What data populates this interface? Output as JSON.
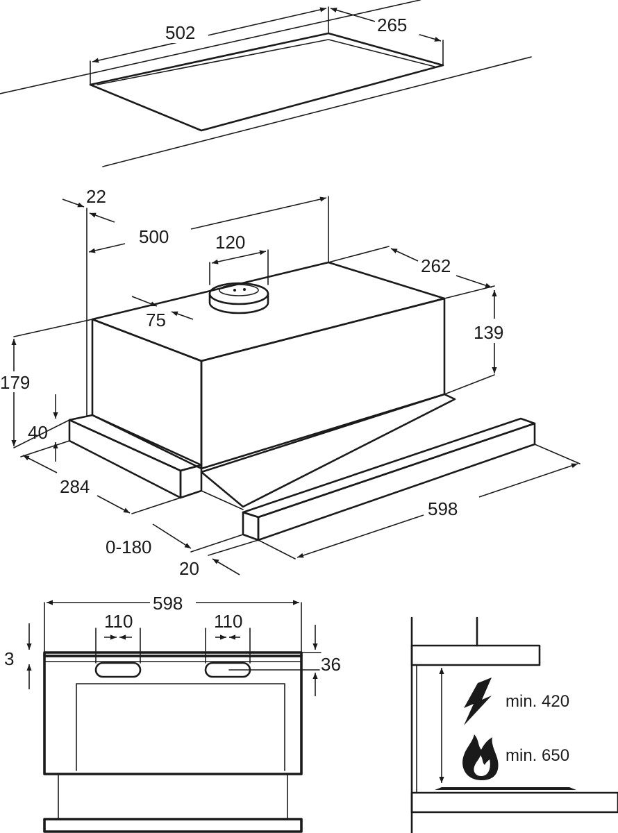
{
  "cutout": {
    "width": "502",
    "depth": "265"
  },
  "hood": {
    "side_offset": "22",
    "duct_offset": "500",
    "duct_diameter": "120",
    "duct_setback": "75",
    "depth_top": "262",
    "body_height": "139",
    "total_height": "179",
    "front_height": "40",
    "depth": "284",
    "extension": "0-180",
    "front_offset": "20",
    "width": "598"
  },
  "front_view": {
    "width": "598",
    "slot_left": "110",
    "slot_right": "110",
    "top_offset": "3",
    "slot_offset": "36"
  },
  "clearance": {
    "electric": "min. 420",
    "gas": "min. 650",
    "electric_icon": "lightning-icon",
    "gas_icon": "flame-icon"
  }
}
